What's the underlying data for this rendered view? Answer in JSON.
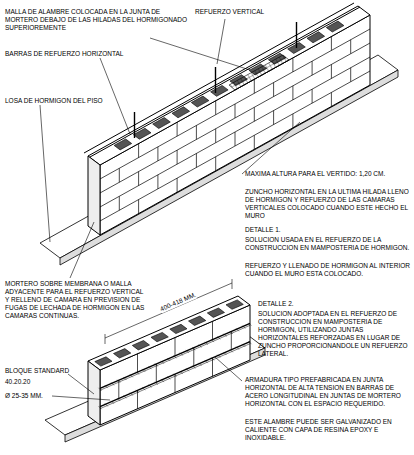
{
  "diagram": {
    "labels": [
      "MALLA DE ALAMBRE COLOCADA EN LA JUNTA DE MORTERO DEBAJO DE LAS HILADAS DEL HORMIGONADO SUPERIOREMENTE",
      "REFUERZO VERTICAL",
      "BARRAS DE REFUERZO HORIZONTAL",
      "LOSA DE HORMIGON DEL PISO",
      "MAXIMA ALTURA PARA EL VERTIDO: 1,20 CM.",
      "ZUNCHO HORIZONTAL EN LA ULTIMA HILADA LLENO DE HORMIGON Y REFUERZO DE LAS CAMARAS VERTICALES COLOCADO CUANDO ESTE HECHO EL MURO",
      "DETALLE 1.",
      "SOLUCION USADA EN EL REFUERZO DE LA CONSTRUCCION EN MAMPOSTERIA DE HORMIGON.",
      "REFUERZO Y LLENADO DE HORMIGON AL INTERIOR CUANDO EL MURO ESTA COLOCADO.",
      "MORTERO SOBRE MEMBRANA O MALLA ADYACENTE PARA EL REFUERZO VERTICAL Y RELLENO DE CAMARA EN PREVISION DE FUGAS DE LECHADA DE HORMIGON EN LAS CAMARAS CONTINUAS.",
      "400-418 MM.",
      "DETALLE 2.",
      "SOLUCION ADOPTADA EN EL REFUERZO DE CONSTRUCCION EN MAMPOSTERIA DE HORMIGON, UTILIZANDO JUNTAS HORIZONTALES REFORZADAS EN LUGAR DE ZUNCHO PROPORCIONANDOLE UN REFUERZO LATERAL.",
      "BLOQUE STANDARD",
      "40.20.20",
      "Ø 25-35 MM.",
      "ARMADURA TIPO PREFABRICADA EN JUNTA HORIZONTAL DE ALTA TENSION EN BARRAS DE ACERO LONGITUDINAL EN JUNTAS DE MORTERO HORIZONTAL CON EL ESPACIO REQUERIDO.",
      "ESTE ALAMBRE PUEDE SER GALVANIZADO EN CALIENTE CON CAPA DE RESINA EPOXY E INOXIDABLE."
    ]
  }
}
